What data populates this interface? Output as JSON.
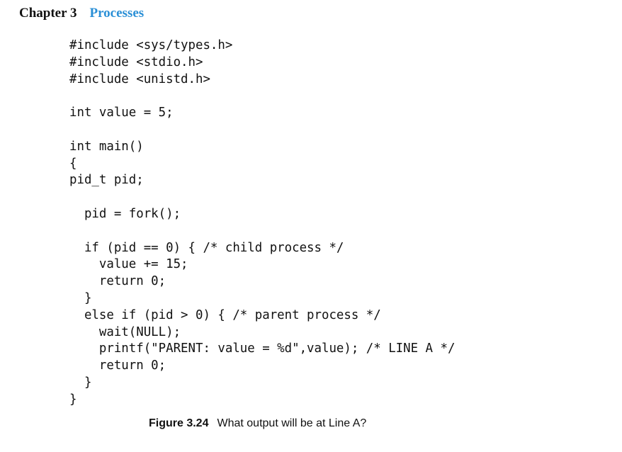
{
  "header": {
    "chapter_label": "Chapter 3",
    "chapter_title": "Processes",
    "title_color": "#2a8fd6"
  },
  "code_lines": [
    "#include <sys/types.h>",
    "#include <stdio.h>",
    "#include <unistd.h>",
    "",
    "int value = 5;",
    "",
    "int main()",
    "{",
    "pid_t pid;",
    "",
    "  pid = fork();",
    "",
    "  if (pid == 0) { /* child process */",
    "    value += 15;",
    "    return 0;",
    "  }",
    "  else if (pid > 0) { /* parent process */",
    "    wait(NULL);",
    "    printf(\"PARENT: value = %d\",value); /* LINE A */",
    "    return 0;",
    "  }",
    "}"
  ],
  "caption": {
    "label": "Figure 3.24",
    "text": "What output will be at Line A?"
  }
}
